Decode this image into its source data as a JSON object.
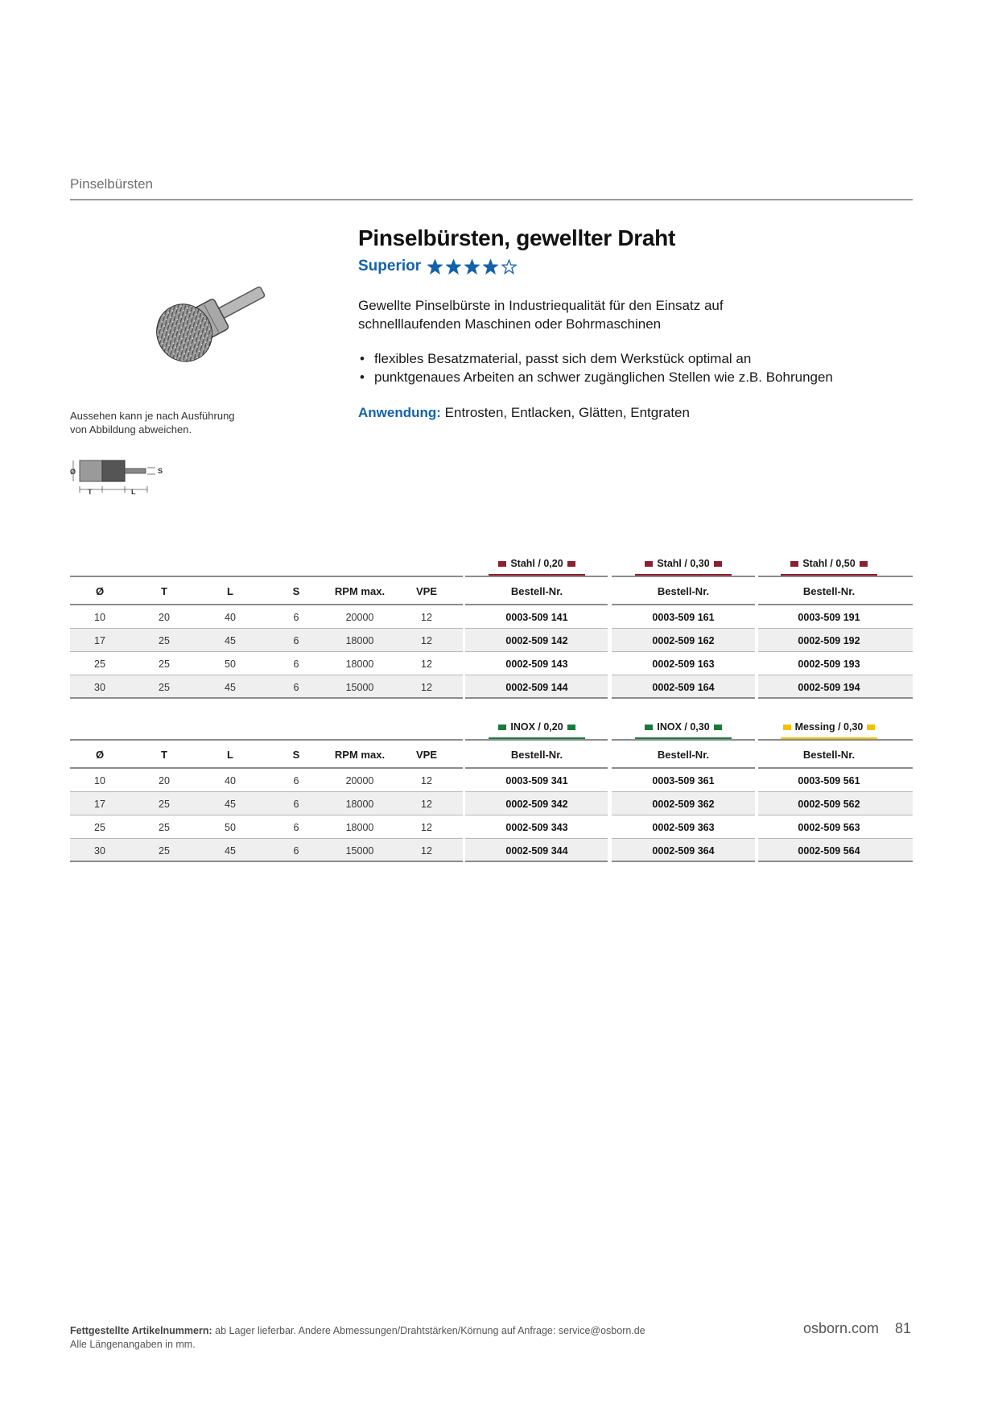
{
  "header": {
    "section": "Pinselbürsten"
  },
  "image": {
    "note_line1": "Aussehen kann je nach Ausführung",
    "note_line2": "von Abbildung abweichen."
  },
  "diagram": {
    "label_dia": "Ø",
    "label_t": "T",
    "label_l": "L",
    "label_s": "S"
  },
  "product": {
    "title": "Pinselbürsten, gewellter Draht",
    "grade": "Superior",
    "rating": 4,
    "rating_max": 5,
    "description_line1": "Gewellte Pinselbürste in Industriequalität für den Einsatz auf",
    "description_line2": "schnelllaufenden Maschinen oder Bohrmaschinen",
    "features": [
      "flexibles Besatzmaterial, passt sich dem Werkstück optimal an",
      "punktgenaues Arbeiten an schwer zugänglichen Stellen wie z.B. Bohrungen"
    ],
    "application_label": "Anwendung:",
    "application_text": "Entrosten, Entlacken, Glätten, Entgraten"
  },
  "colors": {
    "stahl": "#8b2030",
    "inox": "#1a7a3c",
    "messing": "#f2c200",
    "brand_blue": "#1462a8"
  },
  "columns": [
    "Ø",
    "T",
    "L",
    "S",
    "RPM max.",
    "VPE",
    "Bestell-Nr.",
    "Bestell-Nr.",
    "Bestell-Nr."
  ],
  "tables": [
    {
      "materials": [
        {
          "label": "Stahl / 0,20",
          "color": "#8b2030"
        },
        {
          "label": "Stahl / 0,30",
          "color": "#8b2030"
        },
        {
          "label": "Stahl / 0,50",
          "color": "#8b2030"
        }
      ],
      "rows": [
        [
          "10",
          "20",
          "40",
          "6",
          "20000",
          "12",
          "0003-509 141",
          "0003-509 161",
          "0003-509 191"
        ],
        [
          "17",
          "25",
          "45",
          "6",
          "18000",
          "12",
          "0002-509 142",
          "0002-509 162",
          "0002-509 192"
        ],
        [
          "25",
          "25",
          "50",
          "6",
          "18000",
          "12",
          "0002-509 143",
          "0002-509 163",
          "0002-509 193"
        ],
        [
          "30",
          "25",
          "45",
          "6",
          "15000",
          "12",
          "0002-509 144",
          "0002-509 164",
          "0002-509 194"
        ]
      ]
    },
    {
      "materials": [
        {
          "label": "INOX / 0,20",
          "color": "#1a7a3c"
        },
        {
          "label": "INOX / 0,30",
          "color": "#1a7a3c"
        },
        {
          "label": "Messing / 0,30",
          "color": "#f2c200"
        }
      ],
      "rows": [
        [
          "10",
          "20",
          "40",
          "6",
          "20000",
          "12",
          "0003-509 341",
          "0003-509 361",
          "0003-509 561"
        ],
        [
          "17",
          "25",
          "45",
          "6",
          "18000",
          "12",
          "0002-509 342",
          "0002-509 362",
          "0002-509 562"
        ],
        [
          "25",
          "25",
          "50",
          "6",
          "18000",
          "12",
          "0002-509 343",
          "0002-509 363",
          "0002-509 563"
        ],
        [
          "30",
          "25",
          "45",
          "6",
          "15000",
          "12",
          "0002-509 344",
          "0002-509 364",
          "0002-509 564"
        ]
      ]
    }
  ],
  "footer": {
    "note_bold": "Fettgestellte Artikelnummern:",
    "note_text": "ab Lager lieferbar. Andere Abmessungen/Drahtstärken/Körnung auf Anfrage: service@osborn.de",
    "note_line2": "Alle Längenangaben in mm.",
    "site": "osborn.com",
    "page": "81"
  }
}
